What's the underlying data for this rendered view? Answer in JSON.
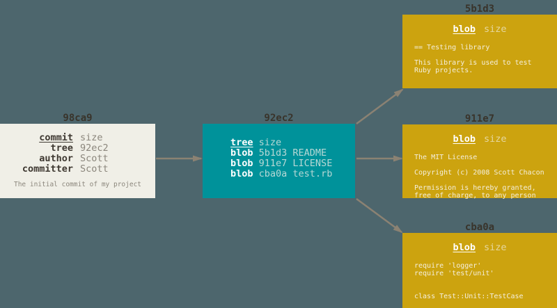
{
  "colors": {
    "background": "#4d666d",
    "commit_box": "#f0efe7",
    "tree_box": "#00929a",
    "blob_box": "#cca30f",
    "arrow": "#8b8273",
    "label_text": "#39342b"
  },
  "commit": {
    "label": "98ca9",
    "rows": [
      {
        "key": "commit",
        "value": "size"
      },
      {
        "key": "tree",
        "value": "92ec2"
      },
      {
        "key": "author",
        "value": "Scott"
      },
      {
        "key": "committer",
        "value": "Scott"
      }
    ],
    "description": "The initial commit of my project"
  },
  "tree": {
    "label": "92ec2",
    "rows": [
      {
        "key": "tree",
        "value": "size"
      },
      {
        "key": "blob",
        "value": "5b1d3 README"
      },
      {
        "key": "blob",
        "value": "911e7 LICENSE"
      },
      {
        "key": "blob",
        "value": "cba0a test.rb"
      }
    ]
  },
  "blobs": [
    {
      "label": "5b1d3",
      "type": "blob",
      "size_label": "size",
      "lines": [
        "== Testing library",
        "",
        "This library is used to test",
        "Ruby projects."
      ]
    },
    {
      "label": "911e7",
      "type": "blob",
      "size_label": "size",
      "lines": [
        "The MIT License",
        "",
        "Copyright (c) 2008 Scott Chacon",
        "",
        "Permission is hereby granted,",
        "free of charge, to any person"
      ]
    },
    {
      "label": "cba0a",
      "type": "blob",
      "size_label": "size",
      "lines": [
        "require 'logger'",
        "require 'test/unit'",
        "",
        "",
        "class Test::Unit::TestCase"
      ]
    }
  ]
}
